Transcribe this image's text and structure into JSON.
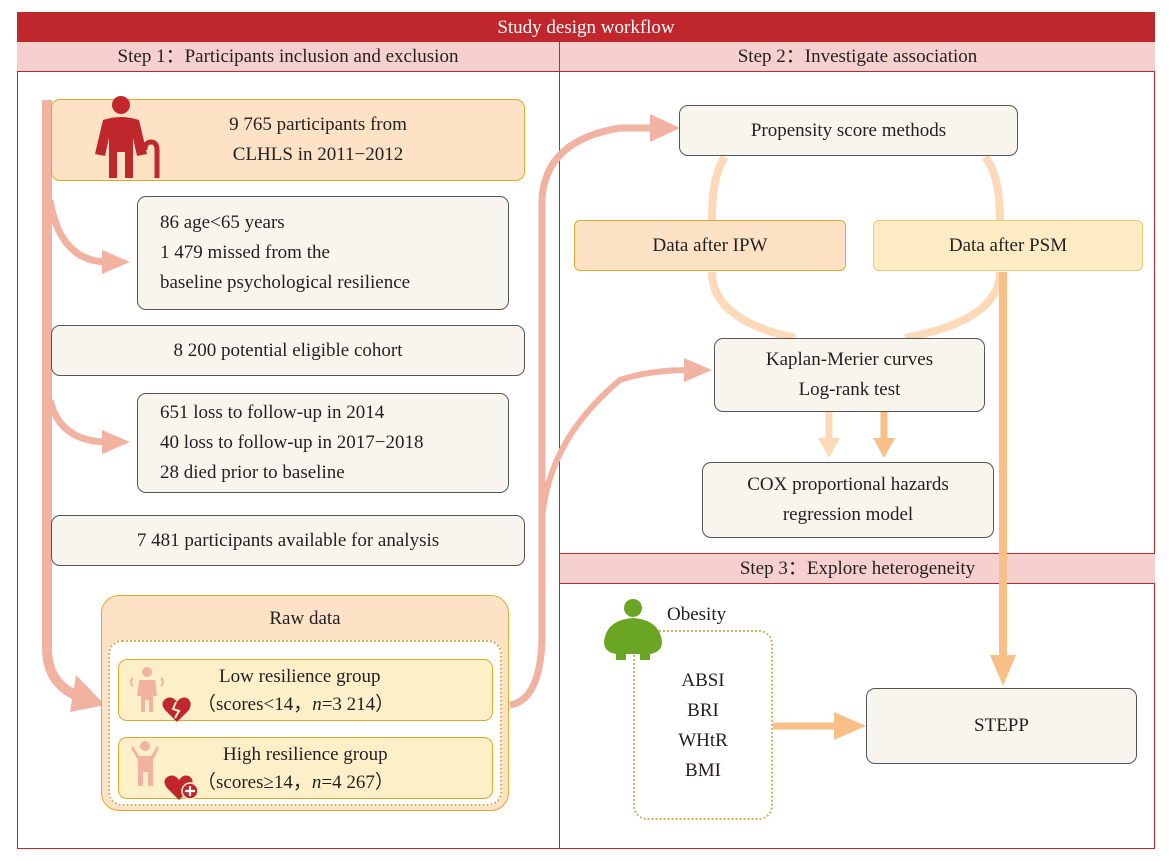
{
  "title": "Study design workflow",
  "steps": {
    "step1": "Step 1：Participants inclusion and exclusion",
    "step2": "Step 2：Investigate association",
    "step3": "Step 3：Explore heterogeneity"
  },
  "left": {
    "participants": [
      "9 765 participants from",
      "CLHLS in 2011−2012"
    ],
    "excluded1": [
      "86 age<65 years",
      "1 479 missed from the",
      "baseline psychological resilience"
    ],
    "eligible": "8 200 potential eligible cohort",
    "excluded2": [
      "651 loss to follow-up in 2014",
      "40 loss to follow-up in 2017−2018",
      "28 died prior to baseline"
    ],
    "available": "7 481 participants available for analysis",
    "raw_data": "Raw data",
    "low_group": [
      "Low resilience group",
      "（scores<14，",
      "n",
      "=3 214）"
    ],
    "high_group": [
      "High resilience group",
      "（scores≥14，",
      "n",
      "=4 267）"
    ]
  },
  "right": {
    "propensity": "Propensity score methods",
    "ipw": "Data after IPW",
    "psm": "Data after PSM",
    "km": [
      "Kaplan-Merier curves",
      "Log-rank test"
    ],
    "cox": [
      "COX proportional hazards",
      "regression model"
    ],
    "obesity": "Obesity",
    "indices": [
      "ABSI",
      "BRI",
      "WHtR",
      "BMI"
    ],
    "stepp": "STEPP"
  },
  "colors": {
    "red": "#c0272d",
    "salmon_arrow": "#f2b2a2",
    "light_orange": "#fcd9b8",
    "orange": "#f8bf86",
    "green": "#6aa623"
  }
}
